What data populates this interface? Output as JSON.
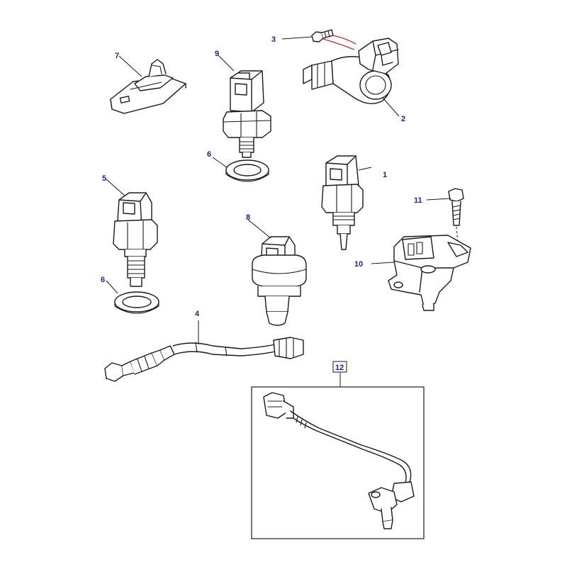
{
  "diagram": {
    "callout_color": "#1c1c9c",
    "box_color": "#1a1a1a",
    "callouts": {
      "c1": "1",
      "c2": "2",
      "c3": "3",
      "c4": "4",
      "c5": "5",
      "c6a": "6",
      "c6b": "6",
      "c7": "7",
      "c8": "8",
      "c9": "9",
      "c10": "10",
      "c11": "11",
      "c12": "12"
    }
  }
}
